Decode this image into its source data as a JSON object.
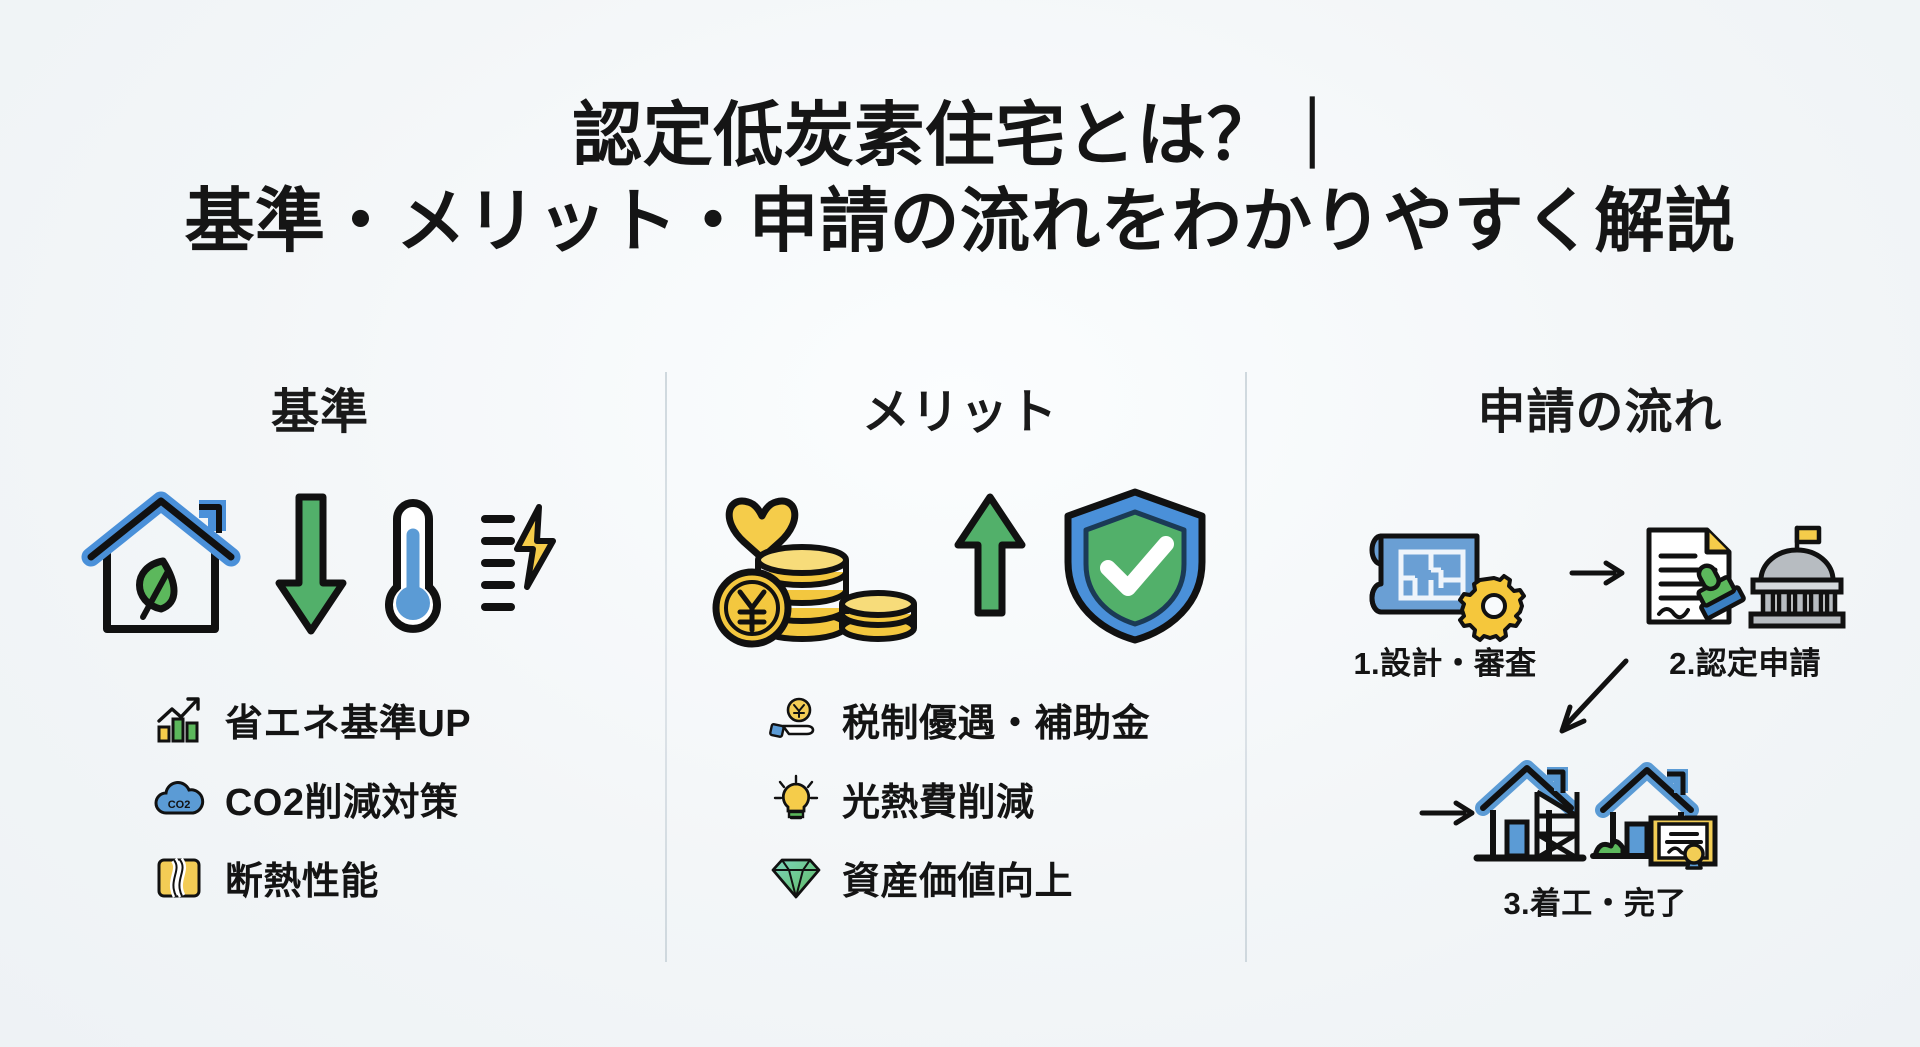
{
  "title": {
    "line1": "認定低炭素住宅とは？｜",
    "line2": "基準・メリット・申請の流れをわかりやすく解説"
  },
  "colors": {
    "background": "#f2f5f7",
    "text": "#141414",
    "blue": "#4a90d9",
    "green": "#4caf63",
    "yellow": "#f5cc4a",
    "grey": "#a9aeb3",
    "divider": "#cfd8de"
  },
  "columns": [
    {
      "heading": "基準",
      "hero_icons": [
        "eco-house-icon",
        "down-arrow-icon",
        "thermometer-icon",
        "lightning-bolt-icon"
      ],
      "bullets": [
        {
          "icon": "bar-chart-up-icon",
          "label": "省エネ基準UP"
        },
        {
          "icon": "co2-cloud-icon",
          "label": "CO2削減対策"
        },
        {
          "icon": "insulation-icon",
          "label": "断熱性能"
        }
      ]
    },
    {
      "heading": "メリット",
      "hero_icons": [
        "heart-icon",
        "coins-yen-icon",
        "up-arrow-icon",
        "shield-check-icon"
      ],
      "bullets": [
        {
          "icon": "hand-coin-icon",
          "label": "税制優遇・補助金"
        },
        {
          "icon": "lightbulb-icon",
          "label": "光熱費削減"
        },
        {
          "icon": "diamond-icon",
          "label": "資産価値向上"
        }
      ]
    },
    {
      "heading": "申請の流れ",
      "steps": [
        {
          "label": "1.設計・審査",
          "icons": [
            "blueprint-icon",
            "gear-icon"
          ]
        },
        {
          "label": "2.認定申請",
          "icons": [
            "document-stamp-icon",
            "government-building-icon"
          ]
        },
        {
          "label": "3.着工・完了",
          "icons": [
            "house-construction-icon",
            "house-certificate-icon"
          ]
        }
      ],
      "connectors": [
        "arrow-right",
        "arrow-diagonal-down-left",
        "arrow-right"
      ]
    }
  ]
}
